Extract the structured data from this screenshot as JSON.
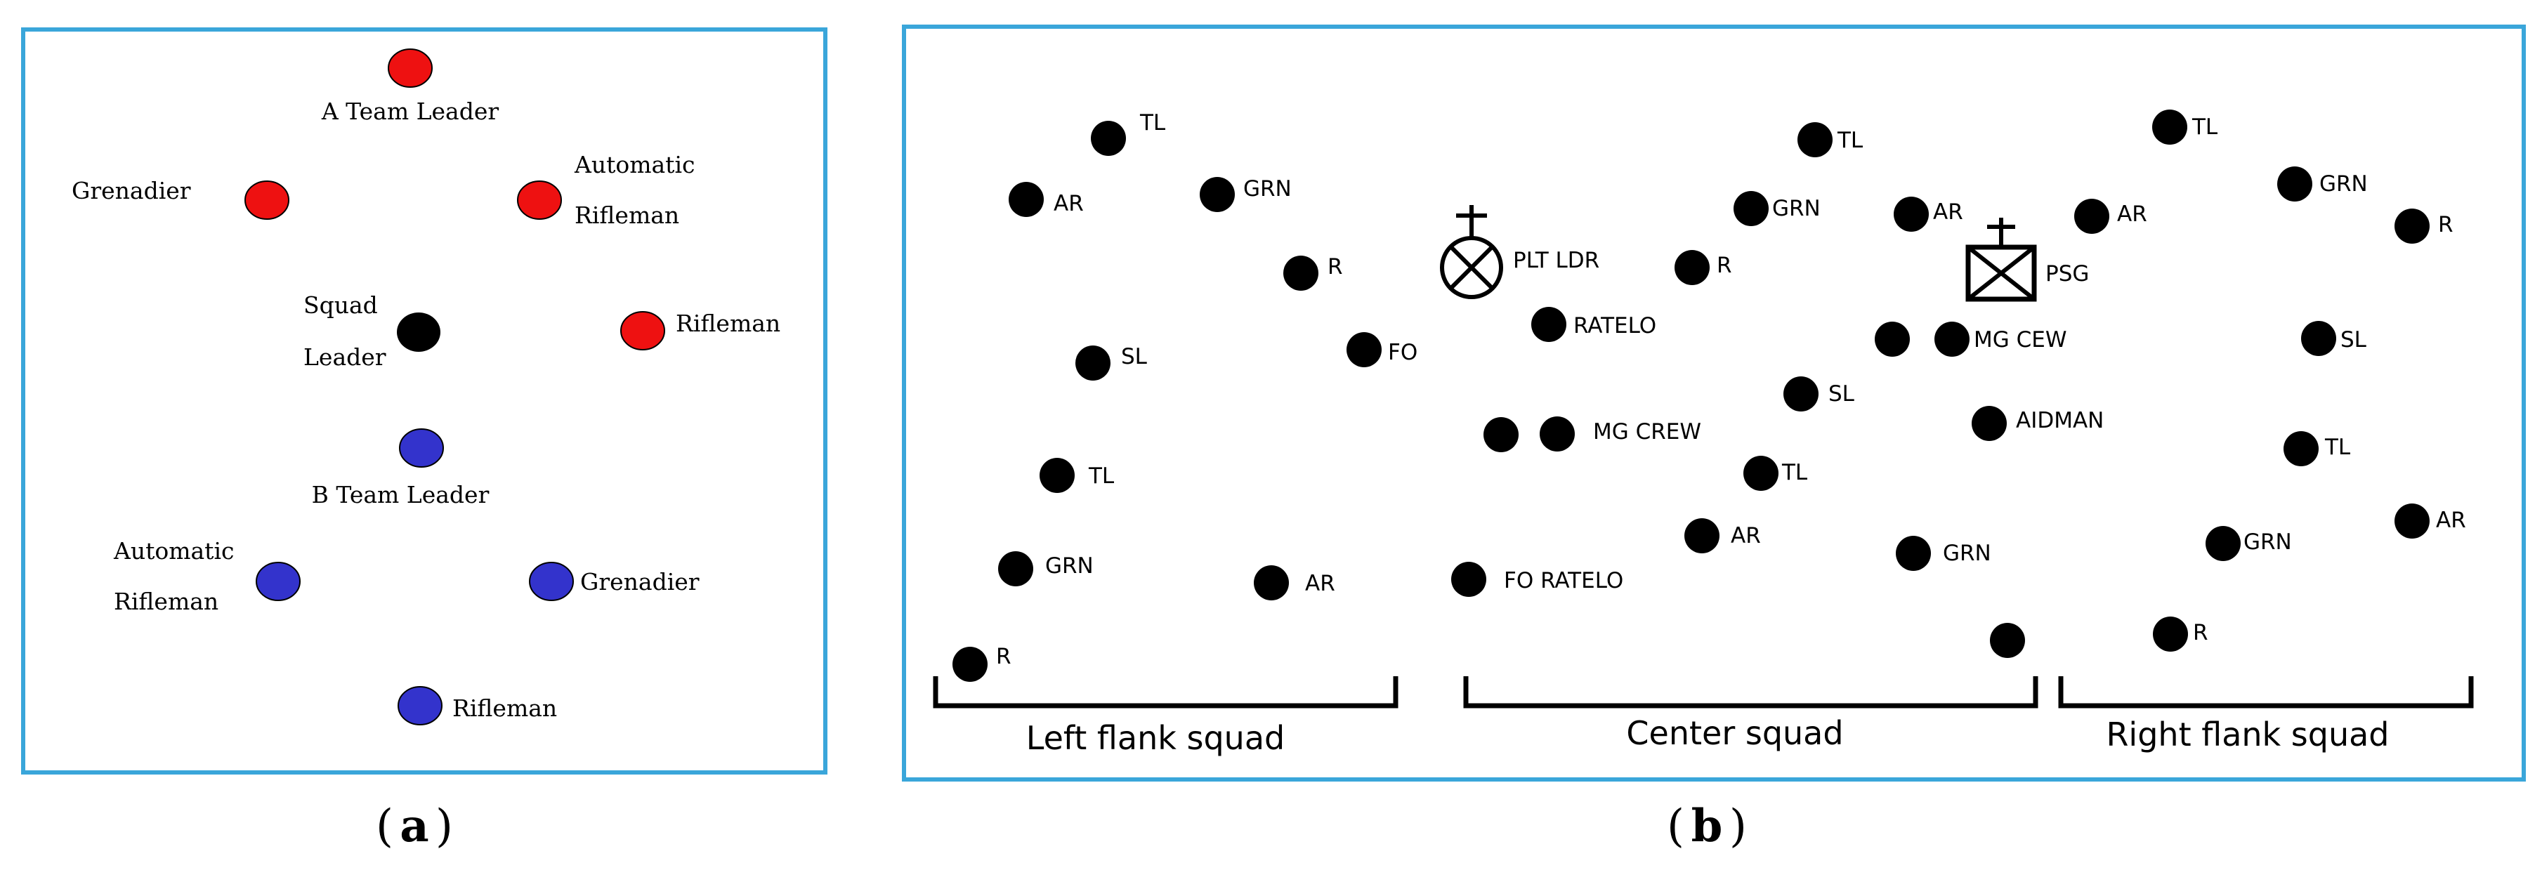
{
  "panel_a": {
    "caption": "a",
    "colors": {
      "red": "#ee1111",
      "blue": "#3333cc",
      "black": "#000000",
      "border": "#3aa6da"
    },
    "roles": {
      "a_team_leader": "A Team Leader",
      "grenadier_red": "Grenadier",
      "automatic_rifleman_red_line1": "Automatic",
      "automatic_rifleman_red_line2": "Rifleman",
      "squad_leader_line1": "Squad",
      "squad_leader_line2": "Leader",
      "rifleman_red": "Rifleman",
      "b_team_leader": "B Team Leader",
      "automatic_rifleman_blue_line1": "Automatic",
      "automatic_rifleman_blue_line2": "Rifleman",
      "grenadier_blue": "Grenadier",
      "rifleman_blue": "Rifleman"
    }
  },
  "panel_b": {
    "caption": "b",
    "labels": {
      "tl": "TL",
      "ar": "AR",
      "grn": "GRN",
      "r": "R",
      "sl": "SL",
      "fo": "FO",
      "plt_ldr": "PLT LDR",
      "ratelo": "RATELO",
      "mg_crew": "MG CREW",
      "fo_ratelo": "FO RATELO",
      "mg_cew": "MG CEW",
      "psg": "PSG",
      "aidman": "AIDMAN"
    },
    "squads": {
      "left": "Left flank squad",
      "center": "Center squad",
      "right": "Right flank squad"
    }
  }
}
